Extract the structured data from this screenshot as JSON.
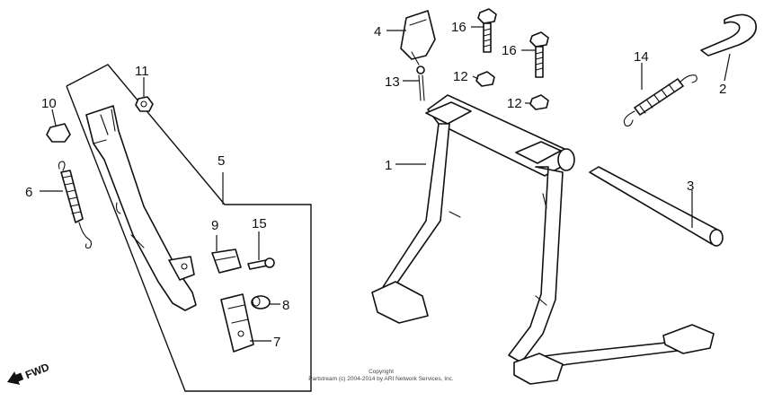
{
  "diagram": {
    "callouts": {
      "c1": "1",
      "c2": "2",
      "c3": "3",
      "c4": "4",
      "c5": "5",
      "c6": "6",
      "c7": "7",
      "c8": "8",
      "c9": "9",
      "c10": "10",
      "c11": "11",
      "c12a": "12",
      "c12b": "12",
      "c13": "13",
      "c14": "14",
      "c15": "15",
      "c16a": "16",
      "c16b": "16"
    },
    "direction_label": "FWD",
    "copyright_title": "Copyright",
    "copyright_line": "Partstream (c) 2004-2014 by ARI Network Services, Inc."
  }
}
